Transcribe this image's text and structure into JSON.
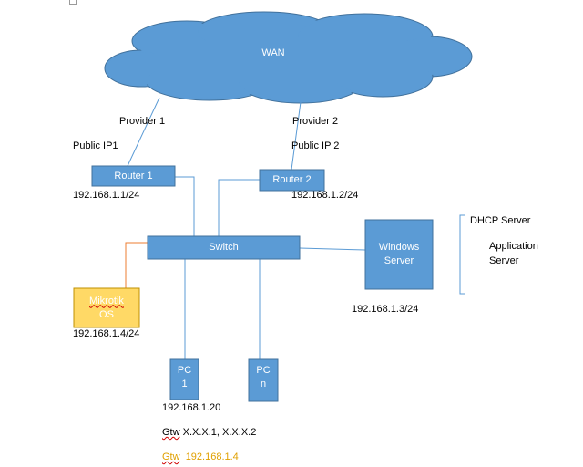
{
  "cloud": {
    "label": "WAN"
  },
  "labels": {
    "provider1": "Provider 1",
    "provider2": "Provider 2",
    "public_ip1": "Public IP1",
    "public_ip2": "Public IP 2",
    "router1_ip": "192.168.1.1/24",
    "router2_ip": "192.168.1.2/24",
    "server_ip": "192.168.1.3/24",
    "mikrotik_ip": "192.168.1.4/24",
    "pc1_ip": "192.168.1.20",
    "gtw_line1_prefix": "Gtw",
    "gtw_line1_rest": " X.X.X.1, X.X.X.2",
    "gtw_line2_prefix": "Gtw",
    "gtw_line2_rest": "192.168.1.4"
  },
  "nodes": {
    "router1": "Router 1",
    "router2": "Router 2",
    "switch": "Switch",
    "server_line1": "Windows",
    "server_line2": "Server",
    "mikrotik_line1": "Mikrotik",
    "mikrotik_line2": "OS",
    "pc1_line1": "PC",
    "pc1_line2": "1",
    "pcn_line1": "PC",
    "pcn_line2": "n"
  },
  "services": {
    "dhcp": "DHCP Server",
    "app_line1": "Application",
    "app_line2": "Server"
  },
  "colors": {
    "box_fill": "#5b9bd5",
    "box_stroke": "#41719c",
    "mikrotik_fill": "#ffd966",
    "orange_link": "#ed7d31",
    "gtw_highlight": "#e0a000"
  }
}
